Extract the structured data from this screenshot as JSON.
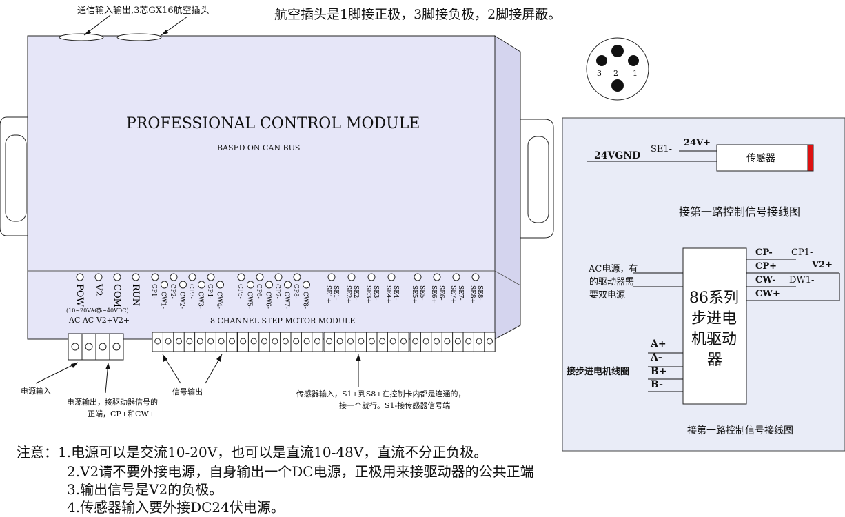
{
  "top_texts": {
    "conn_label": "通信输入输出,3芯GX16航空插头",
    "conn_desc": "航空插头是1脚接正极，3脚接负极，2脚接屏蔽。"
  },
  "pins": [
    "3",
    "2",
    "1"
  ],
  "module": {
    "title": "PROFESSIONAL CONTROL MODULE",
    "subtitle": "BASED ON CAN BUS",
    "bottom_title": "8  CHANNEL STEP  MOTOR MODULE",
    "power_leds": [
      "POW",
      "V2",
      "COM",
      "RUN"
    ],
    "power_note_a": "(10~20VAC)",
    "power_note_b": "(5~40VDC)",
    "power_terminals": "AC  AC  V2+V2+",
    "signal_leds": [
      "CP1-",
      "CW1-",
      "CP2-",
      "CW2-",
      "CP3-",
      "CW3-",
      "CP4-",
      "CW4-",
      "CP5-",
      "CW5-",
      "CP6-",
      "CW6-",
      "CP7-",
      "CW7-",
      "CP8-",
      "CW8-"
    ],
    "sensor_leds": [
      "SE1+",
      "SE1-",
      "SE2+",
      "SE2-",
      "SE3+",
      "SE3-",
      "SE4+",
      "SE4-",
      "SE5+",
      "SE5-",
      "SE6+",
      "SE6-",
      "SE7+",
      "SE7-",
      "SE8+",
      "SE8-"
    ]
  },
  "callouts": {
    "power_in": "电源输入",
    "power_out_1": "电源输出，接驱动器信号的",
    "power_out_2": "正端，CP+和CW+",
    "signal_out": "信号输出",
    "sensor_in_1": "传感器输入，S1+到S8+在控制卡内都是连通的，",
    "sensor_in_2": "接一个就行。S1-接传感器信号端"
  },
  "right_panel": {
    "sensor": {
      "gnd": "24VGND",
      "se1": "SE1-",
      "v24": "24V+",
      "name": "传感器"
    },
    "caption_top": "接第一路控制信号接线图",
    "driver": {
      "ac_1": "AC电源，有",
      "ac_2": "的驱动器需",
      "ac_3": "要双电源",
      "box": [
        "86系列",
        "步进电",
        "机驱动",
        "器"
      ],
      "cp_minus": "CP-",
      "cp1": "CP1-",
      "cp_plus": "CP+",
      "v2": "V2+",
      "cw_minus": "CW-",
      "dw1": "DW1-",
      "cw_plus": "CW+",
      "coil_label": "接步进电机线圈",
      "coils": [
        "A+",
        "A-",
        "B+",
        "B-"
      ]
    },
    "caption_bottom": "接第一路控制信号接线图"
  },
  "notes": {
    "n1": "注意：1.电源可以是交流10-20V，也可以是直流10-48V，直流不分正负极。",
    "n2": "2.V2请不要外接电源，自身输出一个DC电源，正极用来接驱动器的公共正端",
    "n3": "3.输出信号是V2的负极。",
    "n4": "4.传感器输入要外接DC24伏电源。"
  },
  "colors": {
    "module_fill": "#e6e6f8",
    "module_side": "#d4d4ee",
    "panel_fill": "#e9ecf7",
    "sensor_end": "#dd1111",
    "line": "#111111"
  }
}
